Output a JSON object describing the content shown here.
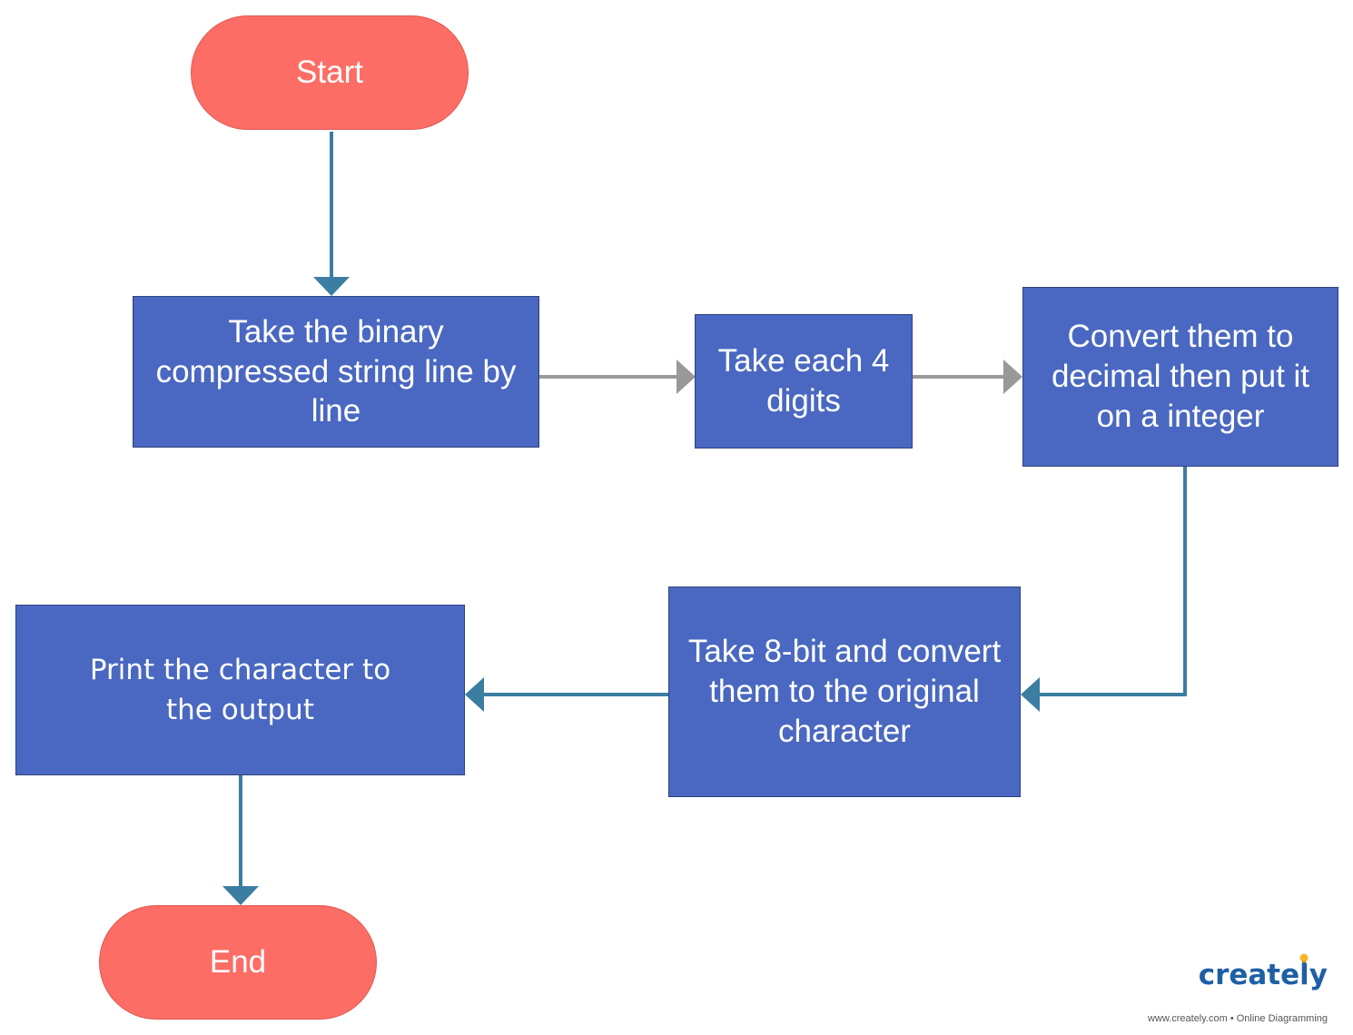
{
  "diagram": {
    "nodes": {
      "start": {
        "label": "Start"
      },
      "take_binary": {
        "label": "Take the binary compressed string line by line"
      },
      "take_each": {
        "label": "Take each 4 digits"
      },
      "convert_decimal": {
        "label": "Convert them to decimal then put it on a integer"
      },
      "take_8bit": {
        "label": "Take 8-bit and convert them to the original character"
      },
      "print_char": {
        "label": "Print the character to the output"
      },
      "end": {
        "label": "End"
      }
    },
    "colors": {
      "terminal_fill": "#fc6d65",
      "process_fill": "#4a68c1",
      "connector_blue": "#3b7ea1",
      "connector_gray": "#999999"
    }
  },
  "branding": {
    "logo_text": "creately",
    "tagline": "www.creately.com • Online Diagramming",
    "logo_color": "#1e5fa6",
    "bulb_color": "#f5b52a"
  }
}
